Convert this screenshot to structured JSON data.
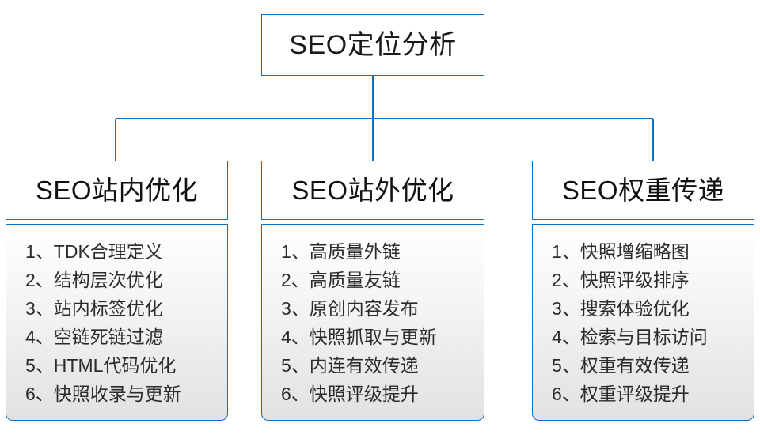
{
  "diagram": {
    "title_node": {
      "label": "SEO定位分析"
    },
    "theme": {
      "border_color": "#1070c0",
      "connector_color": "#1070c0",
      "header_bg": "#ffffff",
      "body_bg_top": "#ffffff",
      "body_bg_bottom": "#e2e2e2",
      "text_color": "#1a1a1a"
    },
    "branches": [
      {
        "header": "SEO站内优化",
        "items": [
          "1、TDK合理定义",
          "2、结构层次优化",
          "3、站内标签优化",
          "4、空链死链过滤",
          "5、HTML代码优化",
          "6、快照收录与更新"
        ]
      },
      {
        "header": "SEO站外优化",
        "items": [
          "1、高质量外链",
          "2、高质量友链",
          "3、原创内容发布",
          "4、快照抓取与更新",
          "5、内连有效传递",
          "6、快照评级提升"
        ]
      },
      {
        "header": "SEO权重传递",
        "items": [
          "1、快照增缩略图",
          "2、快照评级排序",
          "3、搜索体验优化",
          "4、检索与目标访问",
          "5、权重有效传递",
          "6、权重评级提升"
        ]
      }
    ]
  }
}
